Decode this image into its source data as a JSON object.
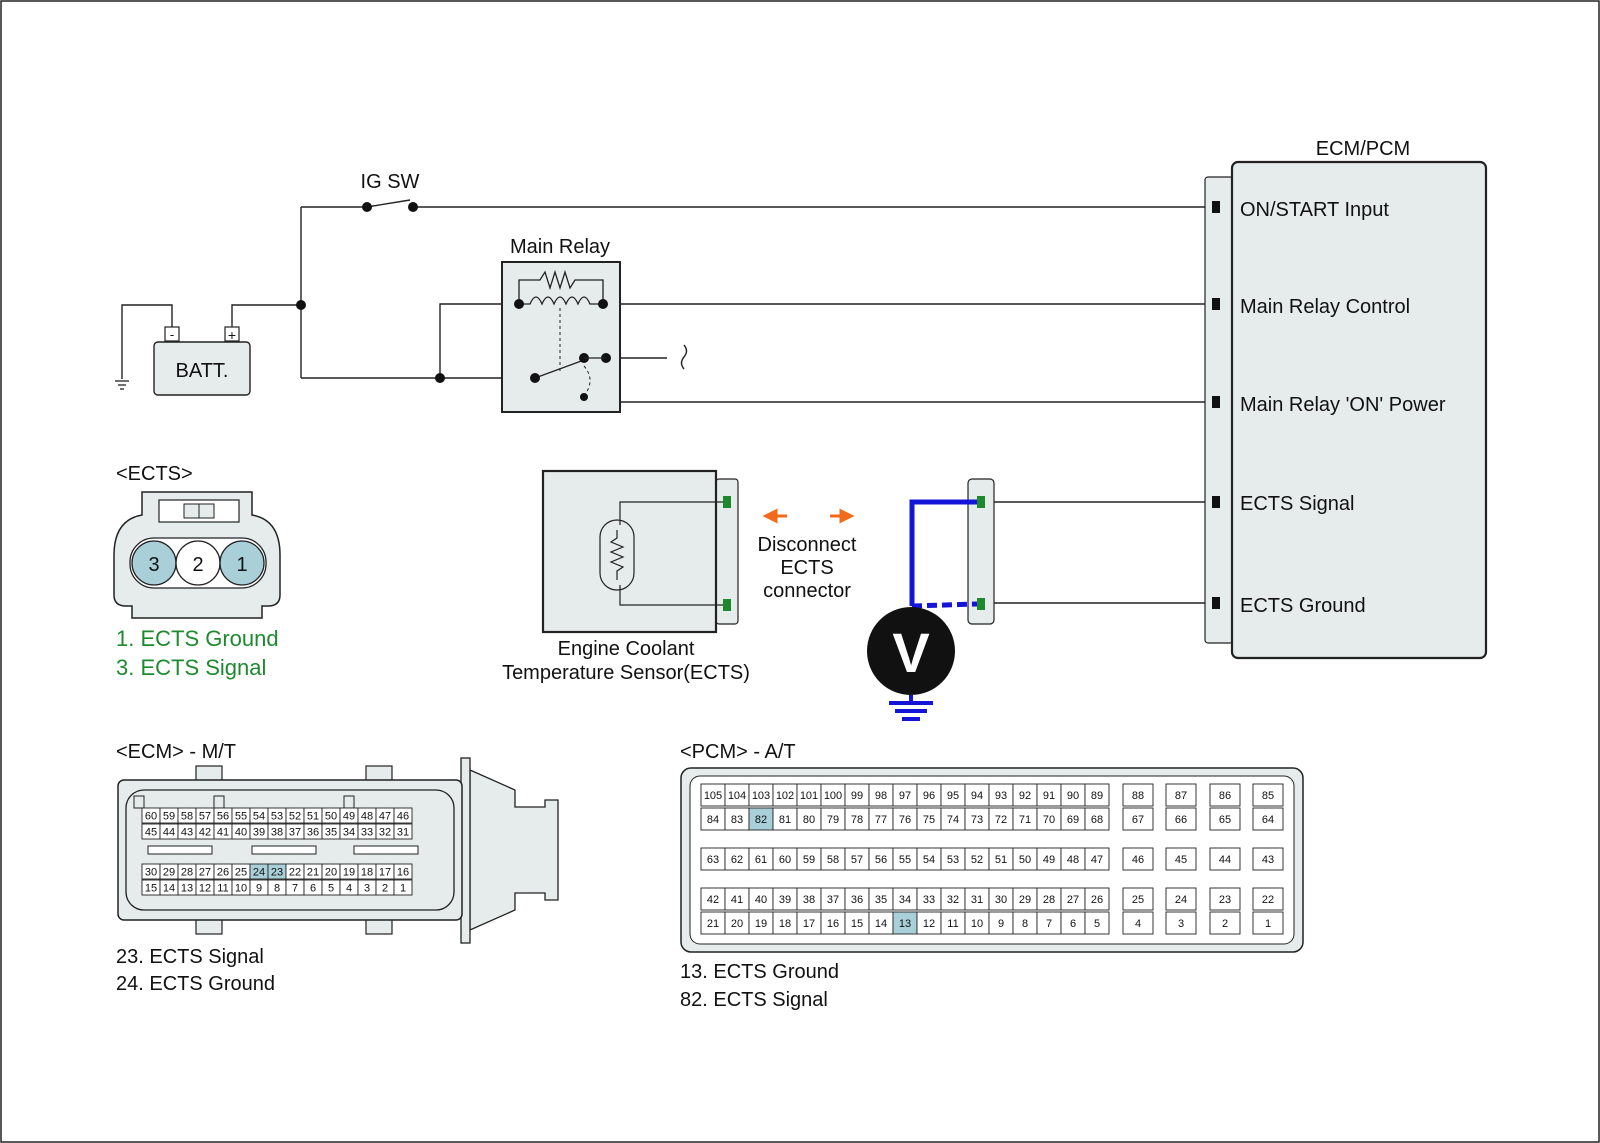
{
  "colors": {
    "module_fill": "#e6ecec",
    "pin_highlight": "#a9d0d8",
    "probe_wire": "#1414d8",
    "arrow": "#f26a1b",
    "legend_green": "#1e8a2e",
    "terminal_green": "#1c8a2c"
  },
  "labels": {
    "ig_sw": "IG SW",
    "main_relay": "Main Relay",
    "batt": "BATT.",
    "batt_minus": "-",
    "batt_plus": "+",
    "ecm_pcm": "ECM/PCM",
    "ecm_terminals": [
      "ON/START Input",
      "Main Relay Control",
      "Main Relay 'ON' Power",
      "ECTS Signal",
      "ECTS Ground"
    ],
    "sensor_line1": "Engine Coolant",
    "sensor_line2": "Temperature Sensor(ECTS)",
    "disconnect_lines": [
      "Disconnect",
      "ECTS",
      "connector"
    ],
    "voltmeter": "V"
  },
  "ects_connector": {
    "title": "<ECTS>",
    "pins": [
      "3",
      "2",
      "1"
    ],
    "legend": [
      "1. ECTS Ground",
      "3. ECTS Signal"
    ]
  },
  "ecm_connector": {
    "title": "<ECM> - M/T",
    "rows": [
      [
        "60",
        "59",
        "58",
        "57",
        "56",
        "55",
        "54",
        "53",
        "52",
        "51",
        "50",
        "49",
        "48",
        "47",
        "46"
      ],
      [
        "45",
        "44",
        "43",
        "42",
        "41",
        "40",
        "39",
        "38",
        "37",
        "36",
        "35",
        "34",
        "33",
        "32",
        "31"
      ],
      [
        "30",
        "29",
        "28",
        "27",
        "26",
        "25",
        "24",
        "23",
        "22",
        "21",
        "20",
        "19",
        "18",
        "17",
        "16"
      ],
      [
        "15",
        "14",
        "13",
        "12",
        "11",
        "10",
        "9",
        "8",
        "7",
        "6",
        "5",
        "4",
        "3",
        "2",
        "1"
      ]
    ],
    "highlighted": [
      "23",
      "24"
    ],
    "legend": [
      "23. ECTS Signal",
      "24. ECTS Ground"
    ]
  },
  "pcm_connector": {
    "title": "<PCM> - A/T",
    "main_rows": [
      [
        "105",
        "104",
        "103",
        "102",
        "101",
        "100",
        "99",
        "98",
        "97",
        "96",
        "95",
        "94",
        "93",
        "92",
        "91",
        "90",
        "89"
      ],
      [
        "84",
        "83",
        "82",
        "81",
        "80",
        "79",
        "78",
        "77",
        "76",
        "75",
        "74",
        "73",
        "72",
        "71",
        "70",
        "69",
        "68"
      ],
      [
        "63",
        "62",
        "61",
        "60",
        "59",
        "58",
        "57",
        "56",
        "55",
        "54",
        "53",
        "52",
        "51",
        "50",
        "49",
        "48",
        "47"
      ],
      [
        "42",
        "41",
        "40",
        "39",
        "38",
        "37",
        "36",
        "35",
        "34",
        "33",
        "32",
        "31",
        "30",
        "29",
        "28",
        "27",
        "26"
      ],
      [
        "21",
        "20",
        "19",
        "18",
        "17",
        "16",
        "15",
        "14",
        "13",
        "12",
        "11",
        "10",
        "9",
        "8",
        "7",
        "6",
        "5"
      ]
    ],
    "side_rows": [
      [
        "88",
        "87",
        "86",
        "85"
      ],
      [
        "67",
        "66",
        "65",
        "64"
      ],
      [
        "46",
        "45",
        "44",
        "43"
      ],
      [
        "25",
        "24",
        "23",
        "22"
      ],
      [
        "4",
        "3",
        "2",
        "1"
      ]
    ],
    "highlighted": [
      "82",
      "13"
    ],
    "legend": [
      "13. ECTS Ground",
      "82. ECTS Signal"
    ]
  }
}
